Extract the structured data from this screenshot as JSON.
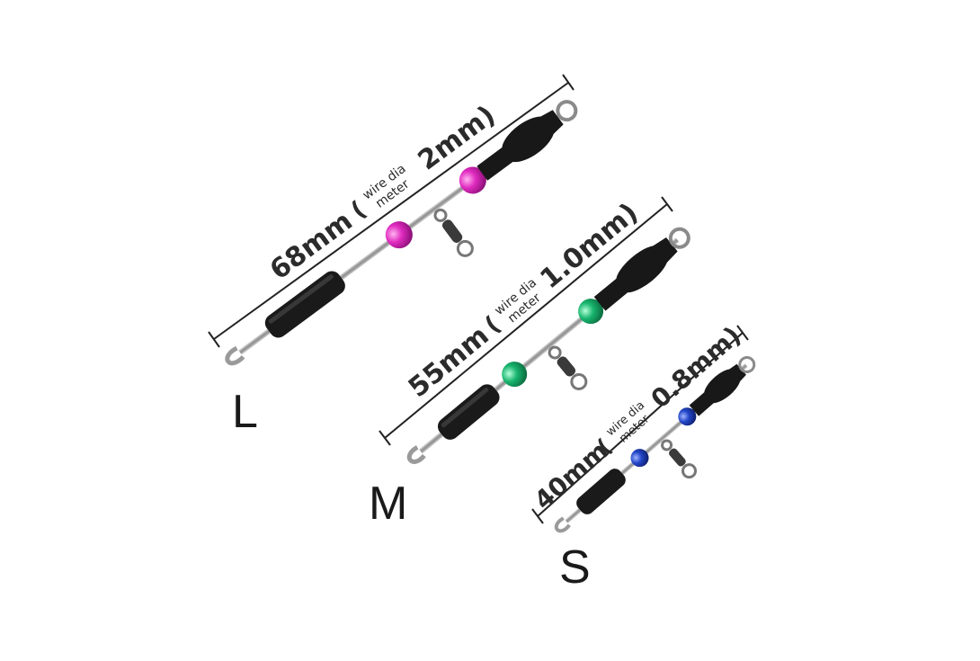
{
  "products": [
    {
      "size_label": "L",
      "length": "68mm",
      "paren": "(",
      "note_line1": "wire dia",
      "note_line2": "meter",
      "wire_diameter": "2mm)",
      "bead_color": "#d41fb2"
    },
    {
      "size_label": "M",
      "length": "55mm",
      "paren": "(",
      "note_line1": "wire dia",
      "note_line2": "meter",
      "wire_diameter": "1.0mm)",
      "bead_color": "#14b06a"
    },
    {
      "size_label": "S",
      "length": "40mm",
      "paren": "(",
      "note_line1": "wire dia",
      "note_line2": "meter",
      "wire_diameter": "0.8mm)",
      "bead_color": "#1d3fbf"
    }
  ]
}
